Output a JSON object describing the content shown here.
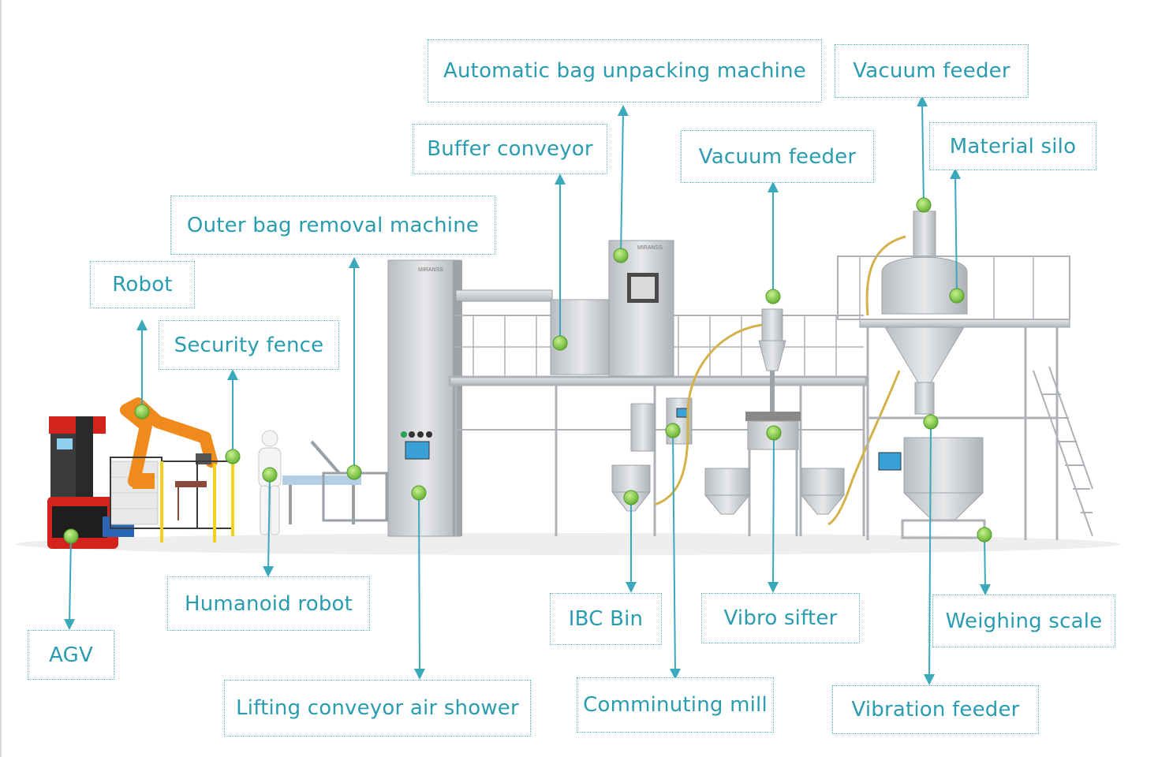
{
  "diagram": {
    "brand_plate": "MIRANSS",
    "labels": {
      "automatic_bag_unpacking": "Automatic bag unpacking machine",
      "vacuum_feeder_top": "Vacuum feeder",
      "buffer_conveyor": "Buffer conveyor",
      "vacuum_feeder_mid": "Vacuum feeder",
      "material_silo": "Material silo",
      "outer_bag_removal": "Outer bag removal machine",
      "robot": "Robot",
      "security_fence": "Security fence",
      "humanoid_robot": "Humanoid robot",
      "agv": "AGV",
      "lifting_conveyor_air_shower": "Lifting conveyor air shower",
      "ibc_bin": "IBC Bin",
      "vibro_sifter": "Vibro sifter",
      "weighing_scale": "Weighing scale",
      "comminuting_mill": "Comminuting mill",
      "vibration_feeder": "Vibration feeder"
    },
    "colors": {
      "label_text": "#2a9cb0",
      "border": "#4fb4c6",
      "leader_line": "#3aa9bb",
      "marker": "#8fd14f",
      "steel": "#c9ccd0",
      "robot_orange": "#f08a1c",
      "agv_red": "#d4221c"
    }
  }
}
